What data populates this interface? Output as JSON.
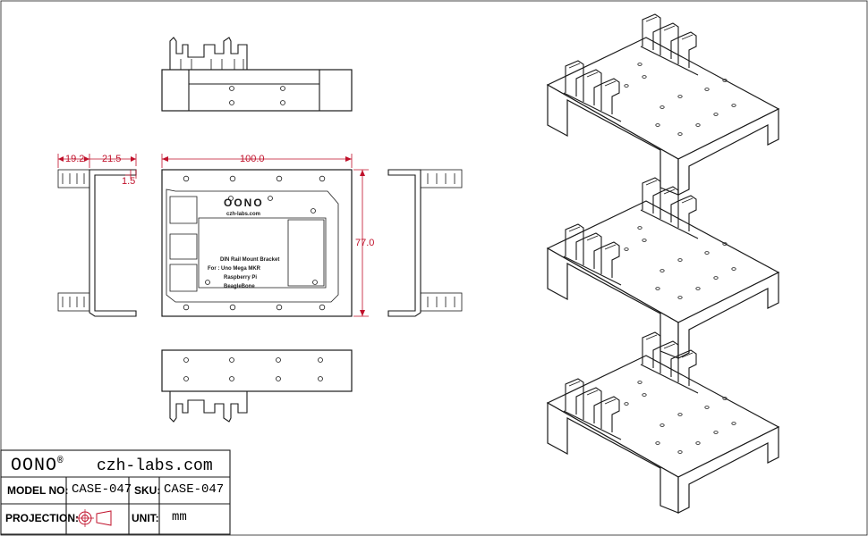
{
  "title_block": {
    "brand": "OONO",
    "brand_mark": "®",
    "website": "czh-labs.com",
    "model_label": "MODEL NO:",
    "model_value": "CASE-047",
    "sku_label": "SKU:",
    "sku_value": "CASE-047",
    "projection_label": "PROJECTION:",
    "unit_label": "UNIT:",
    "unit_value": "mm"
  },
  "dimensions": {
    "side_width_a": "19.2",
    "side_width_b": "21.5",
    "side_gap": "1.5",
    "top_width": "100.0",
    "height": "77.0"
  },
  "board": {
    "logo": "OONO",
    "site": "czh-labs.com",
    "line1": "DIN Rail Mount Bracket",
    "line2": "For : Uno Mega MKR",
    "line3": "Raspberry Pi",
    "line4": "BeagleBone"
  },
  "colors": {
    "line": "#1a1a1a",
    "dimension": "#c0102a",
    "background": "#ffffff"
  }
}
